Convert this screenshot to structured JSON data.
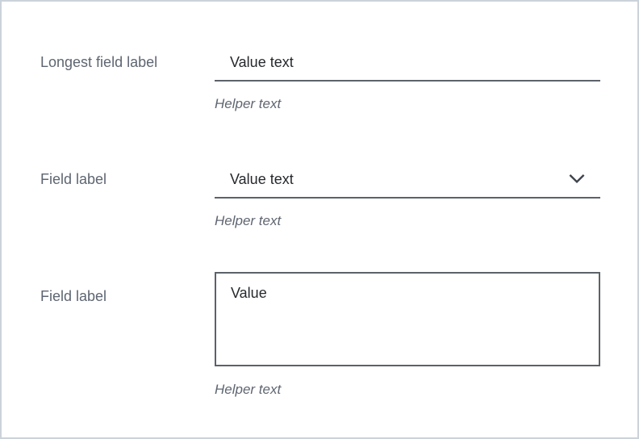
{
  "page": {
    "background": "#ffffff",
    "frame_border_color": "#ccd2da"
  },
  "colors": {
    "label": "#5e6671",
    "value": "#26292d",
    "field_border": "#5c6269",
    "helper": "#5f6671",
    "chevron": "#3d434b"
  },
  "fields": [
    {
      "type": "text-input",
      "label": "Longest field label",
      "value": "Value text",
      "helper": "Helper text"
    },
    {
      "type": "select",
      "label": "Field label",
      "value": "Value text",
      "helper": "Helper text",
      "icon": "chevron-down-icon"
    },
    {
      "type": "textarea",
      "label": "Field label",
      "value": "Value",
      "helper": "Helper text"
    }
  ]
}
